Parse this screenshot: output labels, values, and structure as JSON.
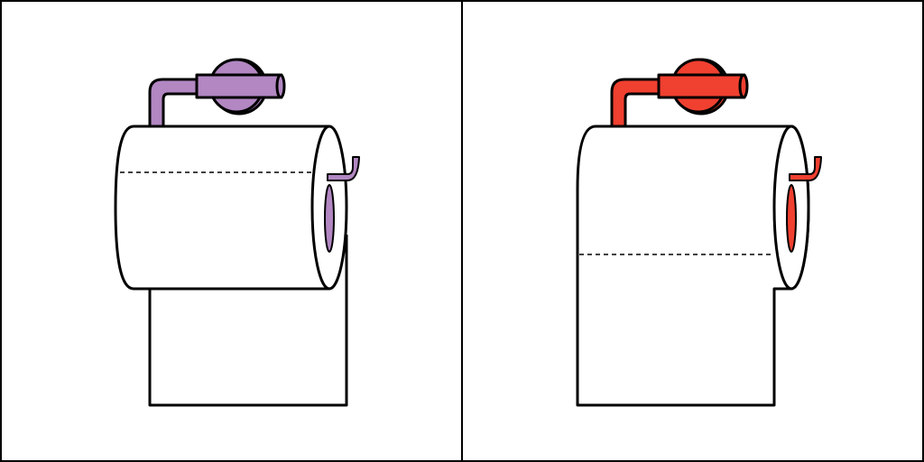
{
  "panels": [
    {
      "id": "over",
      "holder_color": "#B287C2",
      "sheet_position": "over"
    },
    {
      "id": "under",
      "holder_color": "#F04030",
      "sheet_position": "under"
    }
  ],
  "outline_color": "#000000",
  "paper_color": "#FFFFFF"
}
